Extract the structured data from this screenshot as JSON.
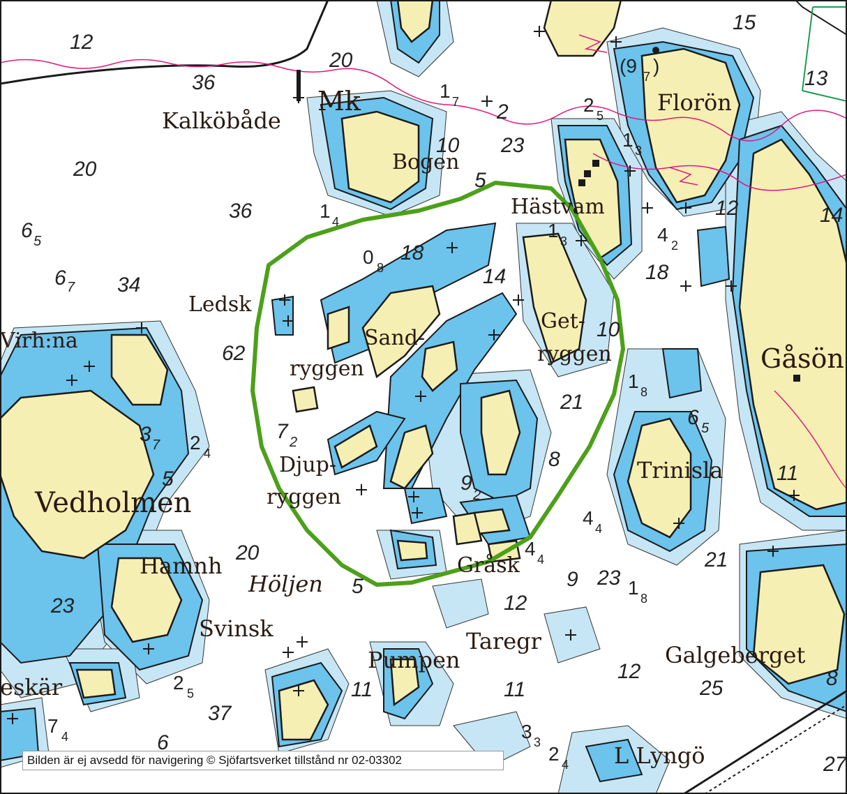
{
  "map": {
    "colors": {
      "land": "#f6efb3",
      "land_outline": "#1a1a1a",
      "shallow": "#6cc3ec",
      "shoal": "#c6e6f5",
      "water": "#ffffff",
      "boundary": "#e0187e",
      "highlight": "#4ca01a",
      "frame": "#1a1a1a",
      "green_line": "#1c9a50"
    },
    "place_names": [
      {
        "id": "mk",
        "text": "Mk"
      },
      {
        "id": "kalkobade",
        "text": "Kalköbåde"
      },
      {
        "id": "bogen",
        "text": "Bogen"
      },
      {
        "id": "florön",
        "text": "Florön"
      },
      {
        "id": "hastvam",
        "text": "Hästvam"
      },
      {
        "id": "ledsk",
        "text": "Ledsk"
      },
      {
        "id": "virhna",
        "text": "Virh:na"
      },
      {
        "id": "sand",
        "text": "Sand-"
      },
      {
        "id": "ryggen1",
        "text": "ryggen"
      },
      {
        "id": "get",
        "text": "Get-"
      },
      {
        "id": "ryggen2",
        "text": "ryggen"
      },
      {
        "id": "gasö",
        "text": "Gåsön"
      },
      {
        "id": "djup",
        "text": "Djup-"
      },
      {
        "id": "ryggen3",
        "text": "ryggen"
      },
      {
        "id": "trinisla",
        "text": "Trinisla"
      },
      {
        "id": "vedholmen",
        "text": "Vedholmen"
      },
      {
        "id": "hamnh",
        "text": "Hamnh"
      },
      {
        "id": "holjen",
        "text": "Höljen"
      },
      {
        "id": "grask",
        "text": "Gråsk"
      },
      {
        "id": "svinsk",
        "text": "Svinsk"
      },
      {
        "id": "taregr",
        "text": "Taregr"
      },
      {
        "id": "pumpen",
        "text": "Pumpen"
      },
      {
        "id": "galgeberget",
        "text": "Galgeberget"
      },
      {
        "id": "eskar",
        "text": "eskär"
      },
      {
        "id": "llyngo",
        "text": "L Lyngö"
      }
    ],
    "soundings": [
      {
        "id": "s1",
        "text": "12"
      },
      {
        "id": "s2",
        "text": "20"
      },
      {
        "id": "s3",
        "text": "36"
      },
      {
        "id": "s4",
        "text": "20"
      },
      {
        "id": "s5",
        "text": "36"
      },
      {
        "id": "s6",
        "text": "34"
      },
      {
        "id": "s7",
        "text": "62"
      },
      {
        "id": "s8",
        "text": "15"
      },
      {
        "id": "s9",
        "text": "13"
      },
      {
        "id": "s10",
        "text": "23"
      },
      {
        "id": "s11",
        "text": "10"
      },
      {
        "id": "s12",
        "text": "2"
      },
      {
        "id": "s13",
        "text": "5"
      },
      {
        "id": "s14",
        "text": "12"
      },
      {
        "id": "s15",
        "text": "14"
      },
      {
        "id": "s16",
        "text": "18"
      },
      {
        "id": "s17",
        "text": "14"
      },
      {
        "id": "s18",
        "text": "18"
      },
      {
        "id": "s19",
        "text": "21"
      },
      {
        "id": "s20",
        "text": "10"
      },
      {
        "id": "s21",
        "text": "21"
      },
      {
        "id": "s22",
        "text": "20"
      },
      {
        "id": "s23",
        "text": "23"
      },
      {
        "id": "s24",
        "text": "5"
      },
      {
        "id": "s25",
        "text": "12"
      },
      {
        "id": "s26",
        "text": "9"
      },
      {
        "id": "s27",
        "text": "23"
      },
      {
        "id": "s28",
        "text": "11"
      },
      {
        "id": "s29",
        "text": "11"
      },
      {
        "id": "s30",
        "text": "12"
      },
      {
        "id": "s31",
        "text": "25"
      },
      {
        "id": "s32",
        "text": "37"
      },
      {
        "id": "s33",
        "text": "8"
      },
      {
        "id": "s34",
        "text": "8"
      },
      {
        "id": "s35",
        "text": "5"
      },
      {
        "id": "s36",
        "text": "27"
      },
      {
        "id": "s37",
        "text": "11"
      },
      {
        "id": "s38",
        "text": "6"
      }
    ],
    "sub_soundings": [
      {
        "id": "d1",
        "main": "6",
        "sub": "5"
      },
      {
        "id": "d2",
        "main": "6",
        "sub": "7"
      },
      {
        "id": "d3",
        "main": "1",
        "sub": "7"
      },
      {
        "id": "d4",
        "main": "2",
        "sub": "5"
      },
      {
        "id": "d5",
        "main": "1",
        "sub": "3"
      },
      {
        "id": "d6",
        "main": "1",
        "sub": "4"
      },
      {
        "id": "d7",
        "main": "0",
        "sub": "8"
      },
      {
        "id": "d8",
        "main": "1",
        "sub": "3"
      },
      {
        "id": "d9",
        "main": "4",
        "sub": "2"
      },
      {
        "id": "d10",
        "main": "1",
        "sub": "8"
      },
      {
        "id": "d11",
        "main": "6",
        "sub": "5"
      },
      {
        "id": "d12",
        "main": "7",
        "sub": "2"
      },
      {
        "id": "d13",
        "main": "3",
        "sub": "7"
      },
      {
        "id": "d14",
        "main": "2",
        "sub": "4"
      },
      {
        "id": "d15",
        "main": "9",
        "sub": "2"
      },
      {
        "id": "d16",
        "main": "4",
        "sub": "4"
      },
      {
        "id": "d17",
        "main": "4",
        "sub": "4"
      },
      {
        "id": "d18",
        "main": "1",
        "sub": "8"
      },
      {
        "id": "d19",
        "main": "2",
        "sub": "5"
      },
      {
        "id": "d20",
        "main": "7",
        "sub": "4"
      },
      {
        "id": "d21",
        "main": "3",
        "sub": "3"
      },
      {
        "id": "d22",
        "main": "2",
        "sub": "4"
      }
    ],
    "bracket_sounding": {
      "open": "(9",
      "sub": "7",
      "close": ")"
    },
    "notice": "Bilden är ej avsedd för navigering © Sjöfartsverket tillstånd nr 02-03302"
  }
}
